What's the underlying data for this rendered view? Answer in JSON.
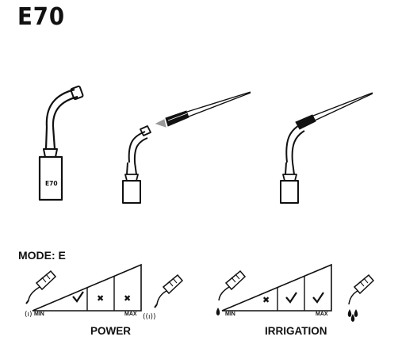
{
  "title": "E70",
  "tip_label": "E70",
  "mode_label": "MODE: E",
  "power": {
    "caption": "POWER",
    "min_label": "MIN",
    "max_label": "MAX",
    "cells": [
      "check",
      "cross",
      "cross"
    ]
  },
  "irrigation": {
    "caption": "IRRIGATION",
    "min_label": "MIN",
    "max_label": "MAX",
    "cells": [
      "cross",
      "check",
      "check"
    ]
  },
  "colors": {
    "ink": "#111111",
    "background": "#ffffff",
    "accent_gray": "#999999"
  }
}
